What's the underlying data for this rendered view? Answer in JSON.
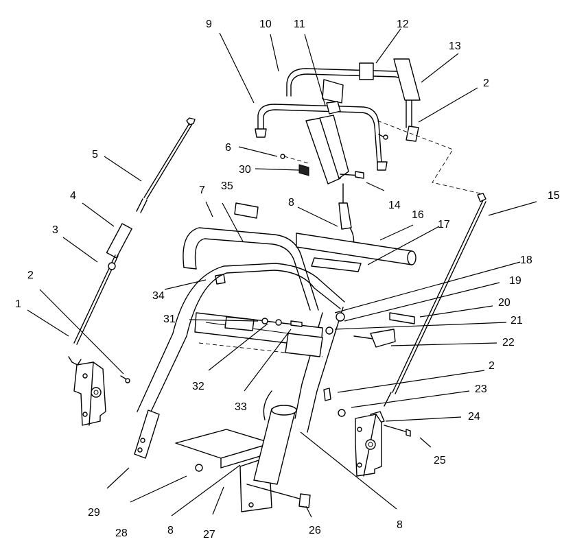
{
  "callouts": [
    "1",
    "2",
    "3",
    "4",
    "5",
    "6",
    "7",
    "8",
    "9",
    "10",
    "11",
    "12",
    "13",
    "2",
    "14",
    "15",
    "16",
    "17",
    "18",
    "19",
    "20",
    "21",
    "22",
    "2",
    "23",
    "24",
    "25",
    "26",
    "8",
    "27",
    "8",
    "28",
    "29",
    "30",
    "31",
    "32",
    "33",
    "34",
    "35"
  ]
}
